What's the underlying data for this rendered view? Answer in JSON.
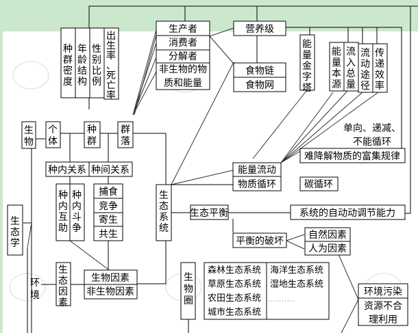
{
  "title": "生态学知识结构图",
  "colors": {
    "background_band": "#cce8cc",
    "line": "#000000",
    "dots": "#3a6fb0"
  },
  "root": "生态学",
  "biology_chain": {
    "organism": "生物",
    "individual": "个体",
    "population": "种群",
    "community": "群落"
  },
  "population_features": [
    "种群密度",
    "年龄结构",
    "性别比例",
    "出生率、死亡率"
  ],
  "community_components": [
    "生产者",
    "消费者",
    "分解者",
    "非生物的物质和能量"
  ],
  "community_components_lines": [
    "生产者",
    "消费者",
    "分解者",
    "非生物的物",
    "质和能量"
  ],
  "trophic": {
    "level": "营养级",
    "food_chain": "食物链",
    "food_web": "食物网"
  },
  "energy_features": [
    "能量金字塔",
    "能量本源",
    "流入总量",
    "流动途径",
    "传递效率"
  ],
  "energy_note_lines": [
    "单向、递减、",
    "不能循环"
  ],
  "accumulation_rule": "难降解物质的富集规律",
  "ecosystem": "生态系统",
  "flows": {
    "energy_flow": "能量流动",
    "matter_cycle": "物质循环",
    "carbon_cycle": "碳循环"
  },
  "relations": {
    "intra": "种内关系",
    "inter": "种间关系"
  },
  "intra_relations": [
    "种内互助",
    "种内斗争"
  ],
  "inter_relations": [
    "捕食",
    "竞争",
    "寄生",
    "共生"
  ],
  "environment": "环境",
  "eco_factor": "生态因素",
  "factors": [
    "生物因素",
    "非生物因素"
  ],
  "balance": {
    "label": "生态平衡",
    "ability": "系统的自动动调节能力",
    "breakdown": "平衡的破坏"
  },
  "breakdown_causes": [
    "自然因素",
    "人为因素"
  ],
  "human_effects": [
    "环境污染",
    "资源不合理利用"
  ],
  "human_effects_lines": [
    "环境污染",
    "资源不合",
    "理利用"
  ],
  "biosphere": "生物圈",
  "ecosystem_types_col1": [
    "森林生态系统",
    "草原生态系统",
    "农田生态系统",
    "城市生态系统"
  ],
  "ecosystem_types_col2": [
    "海洋生态系统",
    "湿地生态系统"
  ],
  "ellipsis": "………"
}
